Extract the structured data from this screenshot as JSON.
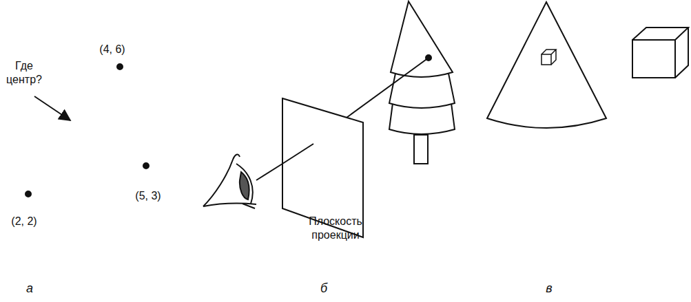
{
  "diagram": {
    "labels": [
      "Где центр?",
      "(4, 6)",
      "(5, 3)",
      "(2, 2)",
      "Плоскость проекции",
      "а",
      "б",
      "в"
    ]
  }
}
